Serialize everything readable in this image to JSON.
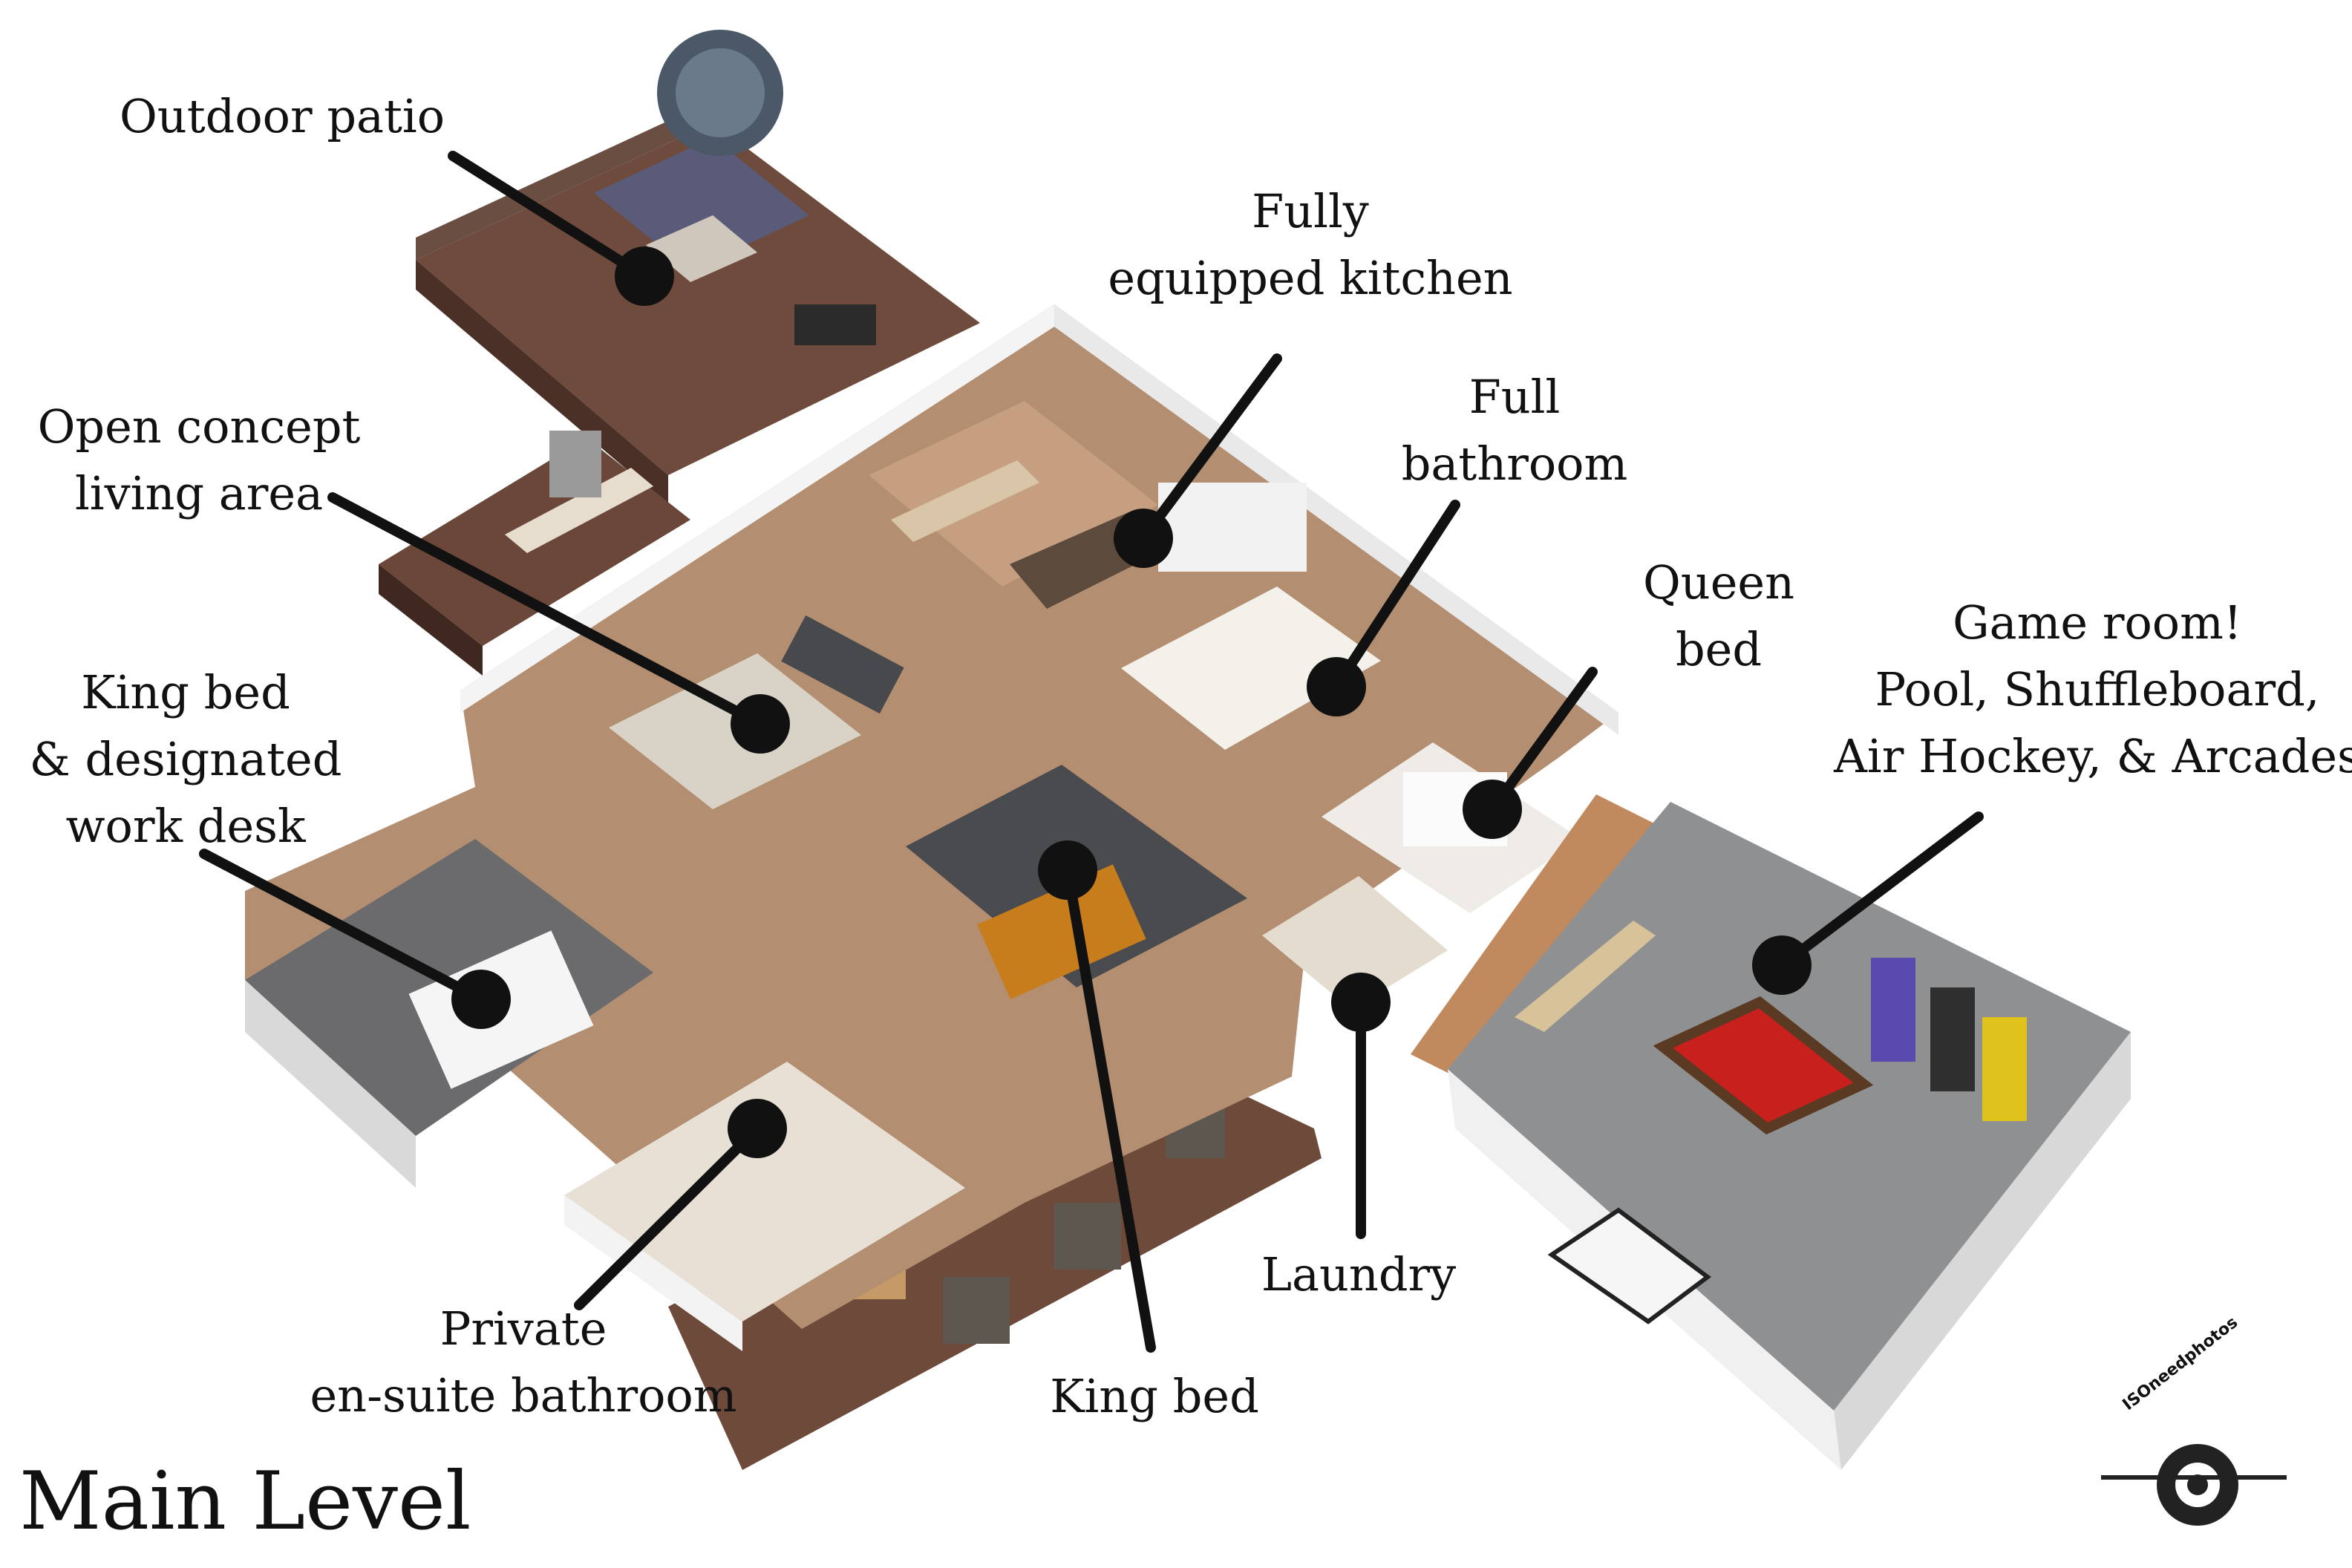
{
  "title": "Main Level",
  "watermark": "ISOneedphotos",
  "labels": {
    "outdoor_patio": [
      "Outdoor patio"
    ],
    "kitchen": [
      "Fully",
      "equipped kitchen"
    ],
    "living_area": [
      "Open concept",
      "living area"
    ],
    "full_bathroom": [
      "Full",
      "bathroom"
    ],
    "queen_bed": [
      "Queen",
      "bed"
    ],
    "game_room": [
      "Game room!",
      "Pool, Shuffleboard,",
      "Air Hockey, & Arcades"
    ],
    "king_bed_desk": [
      "King bed",
      "& designated",
      "work desk"
    ],
    "laundry": [
      "Laundry"
    ],
    "ensuite": [
      "Private",
      "en-suite bathroom"
    ],
    "king_bed": [
      "King bed"
    ]
  },
  "colors": {
    "deck_wood": "#6b4a3a",
    "floor_wood": "#b89274",
    "wall": "#f2f2f2",
    "carpet_gray": "#8f9091",
    "pool_table": "#c8201c",
    "marker": "#111111"
  }
}
